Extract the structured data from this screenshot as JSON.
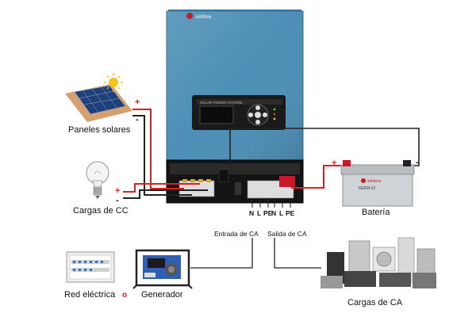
{
  "inverter": {
    "brand": "simfonx",
    "panel_title": "SOLAR POWER SYSTEM",
    "color": "#4d8fb6",
    "color_dark": "#2f6a8e"
  },
  "labels": {
    "solar_panels": "Paneles solares",
    "dc_loads": "Cargas de CC",
    "battery": "Batería",
    "ac_input": "Entrada de CA",
    "ac_output": "Salida de CA",
    "grid": "Red eléctrica",
    "or": "o",
    "generator": "Generador",
    "ac_loads": "Cargas de CA"
  },
  "terminals": {
    "input": [
      "N",
      "L",
      "PE"
    ],
    "output": [
      "N",
      "L",
      "PE"
    ]
  },
  "battery_brand": "simfonx",
  "battery_model": "6GFM-12",
  "signs": {
    "plus": "+",
    "minus": "-"
  },
  "colors": {
    "positive_wire": "#e02020",
    "negative_wire": "#222222"
  }
}
